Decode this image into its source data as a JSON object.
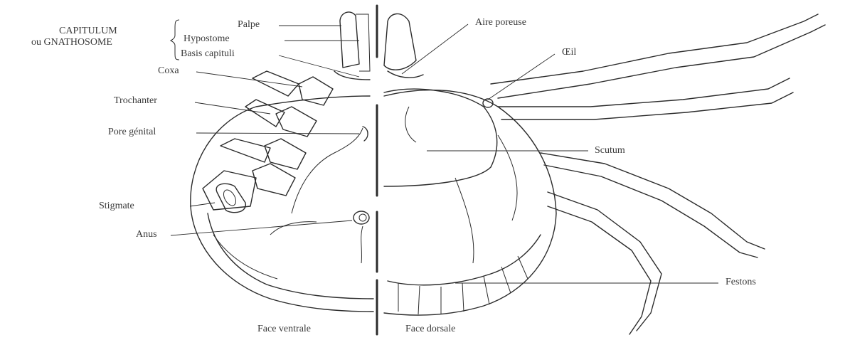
{
  "labels": {
    "group_line1": "CAPITULUM",
    "group_line2": "ou GNATHOSOME",
    "palpe": "Palpe",
    "hypostome": "Hypostome",
    "basis": "Basis capituli",
    "coxa": "Coxa",
    "trochanter": "Trochanter",
    "pore": "Pore génital",
    "stigmate": "Stigmate",
    "anus": "Anus",
    "aire": "Aire poreuse",
    "oeil": "Œil",
    "scutum": "Scutum",
    "festons": "Festons",
    "ventral": "Face ventrale",
    "dorsal": "Face dorsale"
  }
}
